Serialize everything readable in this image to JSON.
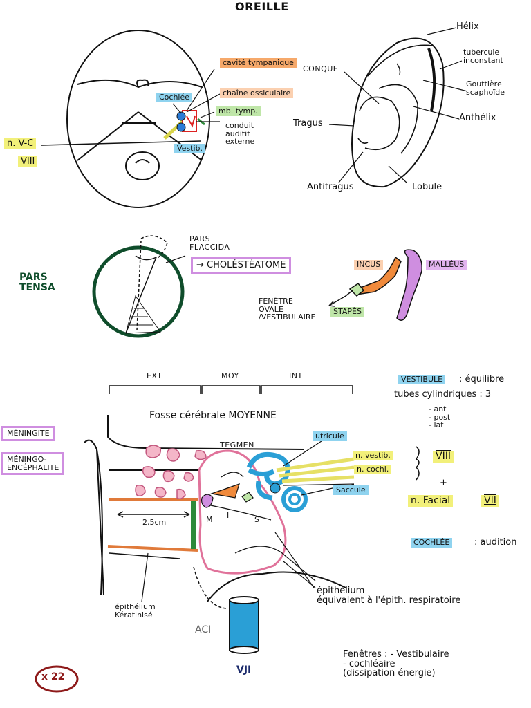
{
  "title": "OREILLE",
  "panel_skull": {
    "cavite_tympanique": "cavité tympanique",
    "chaine_ossiculaire": "chaîne ossiculaire",
    "cochlee": "Cochlée",
    "mb_tymp": "mb. tymp.",
    "conduit": "conduit\nauditif\nexterne",
    "vestib": "Vestib.",
    "n_vc": "n. V-C",
    "viii": "VIII"
  },
  "panel_auricle": {
    "helix": "Hélix",
    "tubercule": "tubercule\ninconstant",
    "gouttiere": "Gouttière\nscaphoïde",
    "anthelix": "Anthélix",
    "conque": "CONQUE",
    "tragus": "Tragus",
    "antitragus": "Antitragus",
    "lobule": "Lobule"
  },
  "panel_tympan": {
    "pars_flaccida": "PARS\nFLACCIDA",
    "cholesteatome": "→ CHOLÉSTÉATOME",
    "pars_tensa": "PARS\nTENSA"
  },
  "panel_ossicles": {
    "incus": "INCUS",
    "malleus": "MALLÉUS",
    "fenetre": "FENÊTRE\nOVALE\n/VESTIBULAIRE",
    "stapes": "STAPÈS"
  },
  "panel_section": {
    "ext": "EXT",
    "moy": "MOY",
    "int": "INT",
    "fosse": "Fosse cérébrale MOYENNE",
    "tegmen": "TEGMEN",
    "meningite": "MÉNINGITE",
    "meningo": "MÉNINGO-\nENCÉPHALITE",
    "utricule": "utricule",
    "n_vestib": "n. vestib.",
    "n_cochl": "n. cochl.",
    "saccule": "Saccule",
    "distance": "2,5cm",
    "m": "M",
    "i": "I",
    "s": "S",
    "epith_ker": "épithélium\nKératinisé",
    "aci": "ACI",
    "epith_resp": "épithélium\néquivalent à l'épith. respiratoire",
    "vji": "VJI"
  },
  "notes": {
    "vestibule": "VESTIBULE",
    "equilibre": ": équilibre",
    "tubes": "tubes cylindriques :  3",
    "ant_post_lat": "- ant\n- post\n- lat",
    "viii": "VIII",
    "plus": "+",
    "n_facial": "n. Facial",
    "vii": "VII",
    "cochlee": "COCHLÉE",
    "audition": ": audition",
    "fenetres": "Fenêtres   :  - Vestibulaire\n               - cochléaire\n             (dissipation énergie)"
  },
  "page_mark": "x 22"
}
